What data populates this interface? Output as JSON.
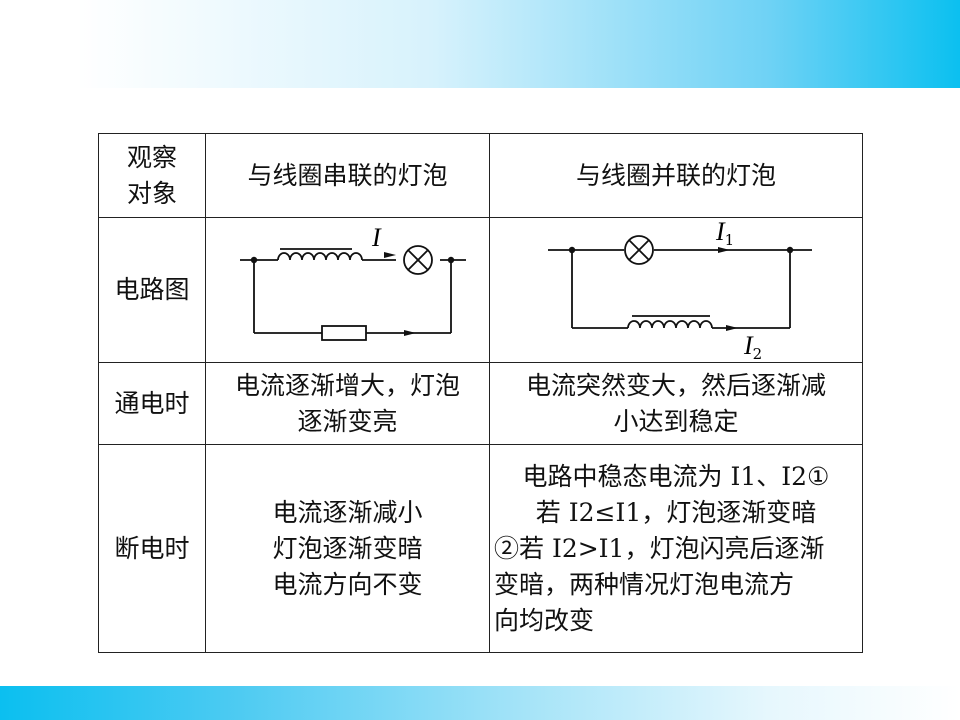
{
  "header": {
    "observe_line1": "观察",
    "observe_line2": "对象",
    "series": "与线圈串联的灯泡",
    "parallel": "与线圈并联的灯泡"
  },
  "rows": {
    "circuit": {
      "label": "电路图"
    },
    "power_on": {
      "label": "通电时",
      "series_lines": [
        "电流逐渐增大，灯泡",
        "逐渐变亮"
      ],
      "parallel_lines": [
        "电流突然变大，然后逐渐减",
        "小达到稳定"
      ]
    },
    "power_off": {
      "label": "断电时",
      "series_lines": [
        "电流逐渐减小",
        "灯泡逐渐变暗",
        "电流方向不变"
      ],
      "parallel_lines": [
        "电路中稳态电流为 I1、I2①",
        "若 I2≤I1，灯泡逐渐变暗",
        "②若 I2>I1，灯泡闪亮后逐渐",
        "变暗，两种情况灯泡电流方",
        "向均改变"
      ]
    }
  },
  "circuit_labels": {
    "series_current": "I",
    "parallel_current_1": "I",
    "parallel_sub_1": "1",
    "parallel_current_2": "I",
    "parallel_sub_2": "2"
  }
}
